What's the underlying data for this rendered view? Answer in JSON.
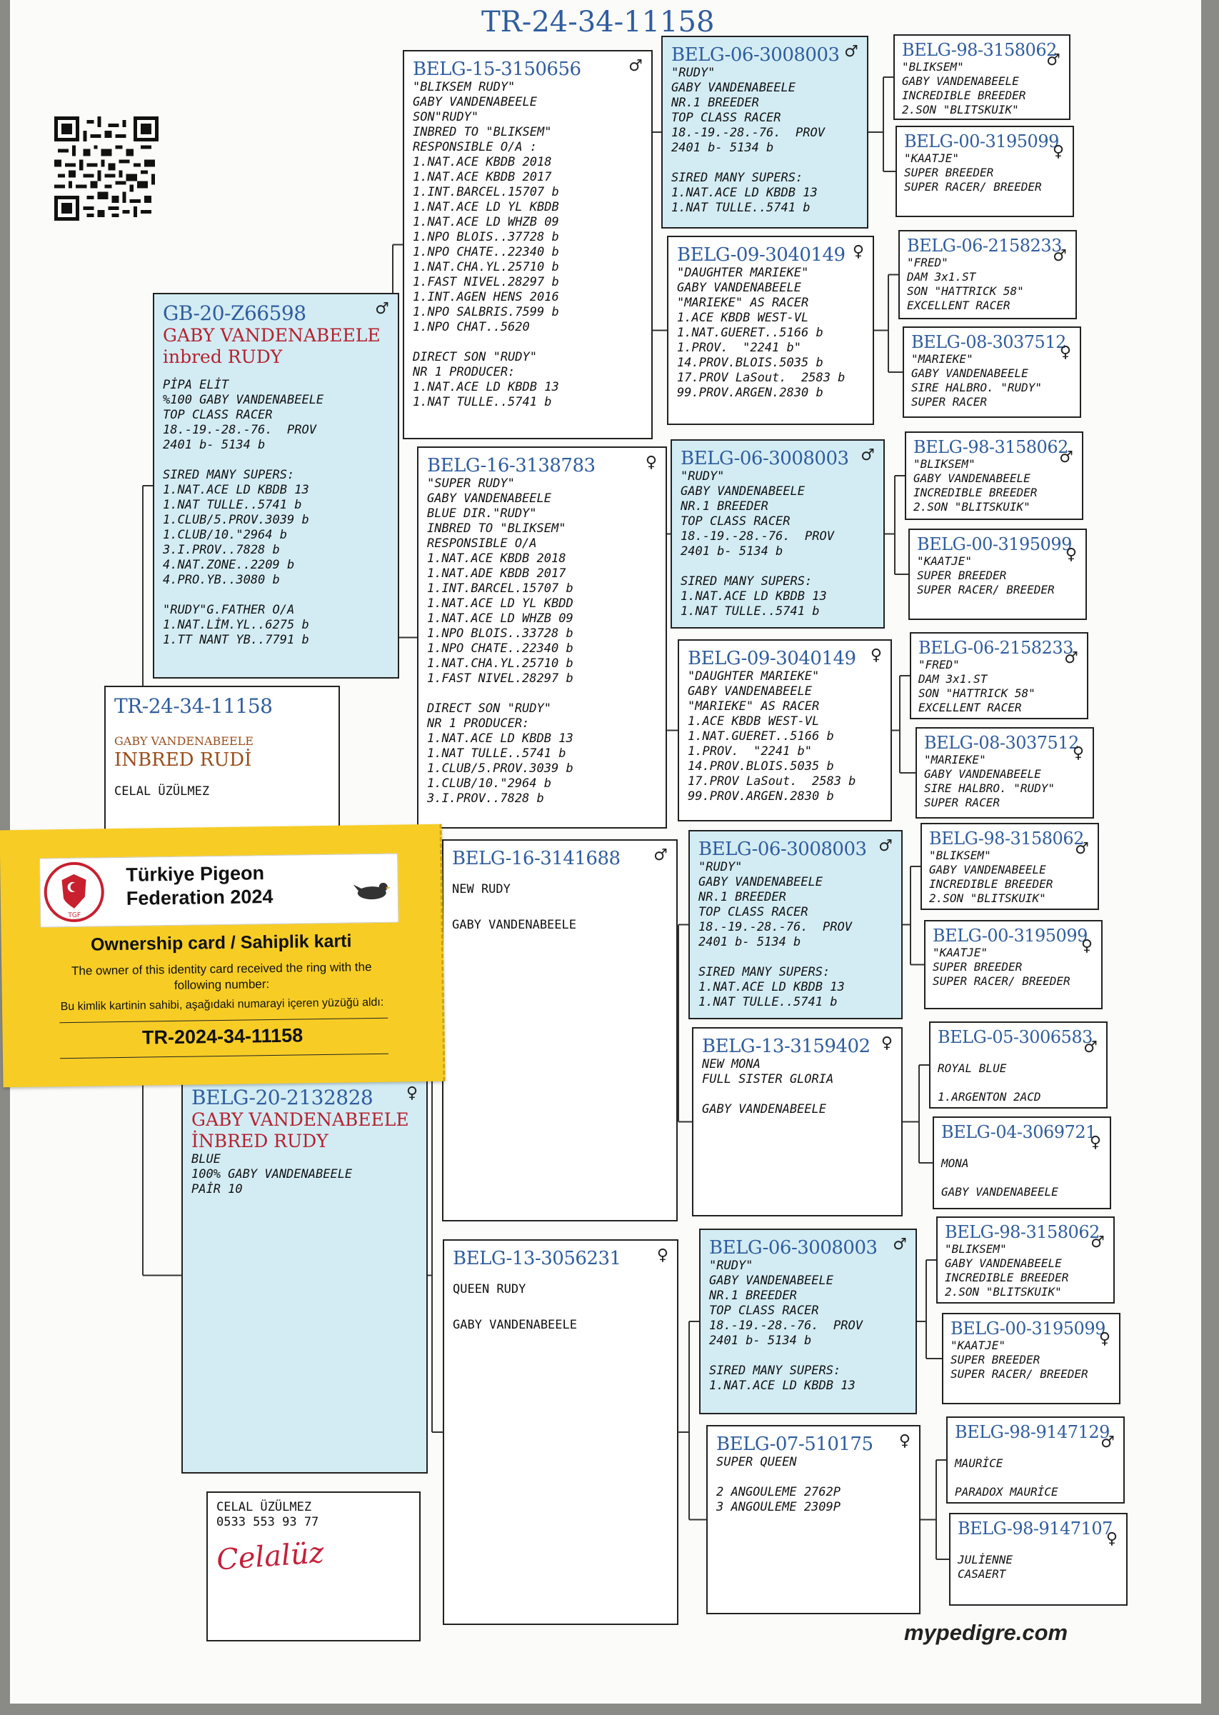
{
  "header": {
    "ring": "TR-24-34-11158"
  },
  "footer": {
    "site": "mypedigre.com"
  },
  "card": {
    "federation": "Türkiye Pigeon Federation 2024",
    "title": "Ownership card / Sahiplik karti",
    "line_en": "The owner of this identity card received the ring with the following number:",
    "line_tr": "Bu kimlik kartinin sahibi, aşağıdaki numarayi içeren yüzüğü aldı:",
    "ring": "TR-2024-34-11158",
    "logo_text": "TGF"
  },
  "subject": {
    "ring": "TR-24-34-11158",
    "breeder": "GABY VANDENABEELE",
    "name": "INBRED RUDİ",
    "owner": "CELAL ÜZÜLMEZ"
  },
  "owner_box": {
    "name": "CELAL ÜZÜLMEZ",
    "phone": "0533 553 93 77",
    "signature": "Celalüz"
  },
  "sire": {
    "ring": "GB-20-Z66598",
    "sex": "♂",
    "breeder": "GABY VANDENABEELE",
    "name": "inbred RUDY",
    "lines": [
      "PİPA ELİT",
      "%100 GABY VANDENABEELE",
      "TOP CLASS RACER",
      "18.-19.-28.-76.  PROV",
      "2401 b- 5134 b",
      "",
      "SIRED MANY SUPERS:",
      "1.NAT.ACE LD KBDB 13",
      "1.NAT TULLE..5741 b",
      "1.CLUB/5.PROV.3039 b",
      "1.CLUB/10.\"2964 b",
      "3.I.PROV..7828 b",
      "4.NAT.ZONE..2209 b",
      "4.PRO.YB..3080 b",
      "",
      "\"RUDY\"G.FATHER O/A",
      "1.NAT.LİM.YL..6275 b",
      "1.TT NANT YB..7791 b"
    ]
  },
  "dam": {
    "ring": "BELG-20-2132828",
    "sex": "♀",
    "breeder": "GABY VANDENABEELE",
    "name": "İNBRED RUDY",
    "lines": [
      "BLUE",
      "100% GABY VANDENABEELE",
      "PAİR 10"
    ]
  },
  "gen2": [
    {
      "ring": "BELG-15-3150656",
      "sex": "♂",
      "lines": [
        "\"BLIKSEM RUDY\"",
        "GABY VANDENABEELE",
        "SON\"RUDY\"",
        "INBRED TO \"BLIKSEM\"",
        "RESPONSIBLE O/A :",
        "1.NAT.ACE KBDB 2018",
        "1.NAT.ACE KBDB 2017",
        "1.INT.BARCEL.15707 b",
        "1.NAT.ACE LD YL KBDB",
        "1.NAT.ACE LD WHZB 09",
        "1.NPO BLOIS..37728 b",
        "1.NPO CHATE..22340 b",
        "1.NAT.CHA.YL.25710 b",
        "1.FAST NIVEL.28297 b",
        "1.INT.AGEN HENS 2016",
        "1.NPO SALBRIS.7599 b",
        "1.NPO CHAT..5620",
        "",
        "DIRECT SON \"RUDY\"",
        "NR 1 PRODUCER:",
        "1.NAT.ACE LD KBDB 13",
        "1.NAT TULLE..5741 b"
      ]
    },
    {
      "ring": "BELG-16-3138783",
      "sex": "♀",
      "lines": [
        "\"SUPER RUDY\"",
        "GABY VANDENABEELE",
        "BLUE DIR.\"RUDY\"",
        "INBRED TO \"BLIKSEM\"",
        "RESPONSIBLE O/A",
        "1.NAT.ACE KBDB 2018",
        "1.NAT.ADE KBDB 2017",
        "1.INT.BARCEL.15707 b",
        "1.NAT.ACE LD YL KBDD",
        "1.NAT.ACE LD WHZB 09",
        "1.NPO BLOIS..33728 b",
        "1.NPO CHATE..22340 b",
        "1.NAT.CHA.YL.25710 b",
        "1.FAST NIVEL.28297 b",
        "",
        "DIRECT SON \"RUDY\"",
        "NR 1 PRODUCER:",
        "1.NAT.ACE LD KBDB 13",
        "1.NAT TULLE..5741 b",
        "1.CLUB/5.PROV.3039 b",
        "1.CLUB/10.\"2964 b",
        "3.I.PROV..7828 b"
      ]
    },
    {
      "ring": "BELG-16-3141688",
      "sex": "♂",
      "lines": [
        "NEW RUDY",
        "",
        "GABY VANDENABEELE"
      ]
    },
    {
      "ring": "BELG-13-3056231",
      "sex": "♀",
      "lines": [
        "QUEEN RUDY",
        "",
        "GABY VANDENABEELE"
      ]
    }
  ],
  "gen3": [
    {
      "ring": "BELG-06-3008003",
      "sex": "♂",
      "lines": [
        "\"RUDY\"",
        "GABY VANDENABEELE",
        "NR.1 BREEDER",
        "TOP CLASS RACER",
        "18.-19.-28.-76.  PROV",
        "2401 b- 5134 b",
        "",
        "SIRED MANY SUPERS:",
        "1.NAT.ACE LD KBDB 13",
        "1.NAT TULLE..5741 b"
      ]
    },
    {
      "ring": "BELG-09-3040149",
      "sex": "♀",
      "lines": [
        "\"DAUGHTER MARIEKE\"",
        "GABY VANDENABEELE",
        "\"MARIEKE\" AS RACER",
        "1.ACE KBDB WEST-VL",
        "1.NAT.GUERET..5166 b",
        "1.PROV.  \"2241 b\"",
        "14.PROV.BLOIS.5035 b",
        "17.PROV LaSout.  2583 b",
        "99.PROV.ARGEN.2830 b"
      ]
    },
    {
      "ring": "BELG-06-3008003",
      "sex": "♂",
      "lines": [
        "\"RUDY\"",
        "GABY VANDENABEELE",
        "NR.1 BREEDER",
        "TOP CLASS RACER",
        "18.-19.-28.-76.  PROV",
        "2401 b- 5134 b",
        "",
        "SIRED MANY SUPERS:",
        "1.NAT.ACE LD KBDB 13",
        "1.NAT TULLE..5741 b"
      ]
    },
    {
      "ring": "BELG-09-3040149",
      "sex": "♀",
      "lines": [
        "\"DAUGHTER MARIEKE\"",
        "GABY VANDENABEELE",
        "\"MARIEKE\" AS RACER",
        "1.ACE KBDB WEST-VL",
        "1.NAT.GUERET..5166 b",
        "1.PROV.  \"2241 b\"",
        "14.PROV.BLOIS.5035 b",
        "17.PROV LaSout.  2583 b",
        "99.PROV.ARGEN.2830 b"
      ]
    },
    {
      "ring": "BELG-06-3008003",
      "sex": "♂",
      "lines": [
        "\"RUDY\"",
        "GABY VANDENABEELE",
        "NR.1 BREEDER",
        "TOP CLASS RACER",
        "18.-19.-28.-76.  PROV",
        "2401 b- 5134 b",
        "",
        "SIRED MANY SUPERS:",
        "1.NAT.ACE LD KBDB 13",
        "1.NAT TULLE..5741 b"
      ]
    },
    {
      "ring": "BELG-13-3159402",
      "sex": "♀",
      "lines": [
        "NEW MONA",
        "FULL SISTER GLORIA",
        "",
        "GABY VANDENABEELE"
      ]
    },
    {
      "ring": "BELG-06-3008003",
      "sex": "♂",
      "lines": [
        "\"RUDY\"",
        "GABY VANDENABEELE",
        "NR.1 BREEDER",
        "TOP CLASS RACER",
        "18.-19.-28.-76.  PROV",
        "2401 b- 5134 b",
        "",
        "SIRED MANY SUPERS:",
        "1.NAT.ACE LD KBDB 13"
      ]
    },
    {
      "ring": "BELG-07-510175",
      "sex": "♀",
      "lines": [
        "SUPER QUEEN",
        "",
        "2 ANGOULEME 2762P",
        "3 ANGOULEME 2309P"
      ]
    }
  ],
  "gen4": [
    {
      "ring": "BELG-98-3158062",
      "sex": "♂",
      "lines": [
        "\"BLIKSEM\"",
        "GABY VANDENABEELE",
        "INCREDIBLE BREEDER",
        "2.SON \"BLITSKUIK\""
      ]
    },
    {
      "ring": "BELG-00-3195099",
      "sex": "♀",
      "lines": [
        "\"KAATJE\"",
        "SUPER BREEDER",
        "SUPER RACER/ BREEDER"
      ]
    },
    {
      "ring": "BELG-06-2158233",
      "sex": "♂",
      "lines": [
        "\"FRED\"",
        "DAM 3x1.ST",
        "SON \"HATTRICK 58\"",
        "EXCELLENT RACER"
      ]
    },
    {
      "ring": "BELG-08-3037512",
      "sex": "♀",
      "lines": [
        "\"MARIEKE\"",
        "GABY VANDENABEELE",
        "SIRE HALBRO. \"RUDY\"",
        "SUPER RACER"
      ]
    },
    {
      "ring": "BELG-98-3158062",
      "sex": "♂",
      "lines": [
        "\"BLIKSEM\"",
        "GABY VANDENABEELE",
        "INCREDIBLE BREEDER",
        "2.SON \"BLITSKUIK\""
      ]
    },
    {
      "ring": "BELG-00-3195099",
      "sex": "♀",
      "lines": [
        "\"KAATJE\"",
        "SUPER BREEDER",
        "SUPER RACER/ BREEDER"
      ]
    },
    {
      "ring": "BELG-06-2158233",
      "sex": "♂",
      "lines": [
        "\"FRED\"",
        "DAM 3x1.ST",
        "SON \"HATTRICK 58\"",
        "EXCELLENT RACER"
      ]
    },
    {
      "ring": "BELG-08-3037512",
      "sex": "♀",
      "lines": [
        "\"MARIEKE\"",
        "GABY VANDENABEELE",
        "SIRE HALBRO. \"RUDY\"",
        "SUPER RACER"
      ]
    },
    {
      "ring": "BELG-98-3158062",
      "sex": "♂",
      "lines": [
        "\"BLIKSEM\"",
        "GABY VANDENABEELE",
        "INCREDIBLE BREEDER",
        "2.SON \"BLITSKUIK\""
      ]
    },
    {
      "ring": "BELG-00-3195099",
      "sex": "♀",
      "lines": [
        "\"KAATJE\"",
        "SUPER BREEDER",
        "SUPER RACER/ BREEDER"
      ]
    },
    {
      "ring": "BELG-05-3006583",
      "sex": "♂",
      "lines": [
        "",
        "ROYAL BLUE",
        "",
        "1.ARGENTON 2ACD"
      ]
    },
    {
      "ring": "BELG-04-3069721",
      "sex": "♀",
      "lines": [
        "",
        "MONA",
        "",
        "GABY VANDENABEELE"
      ]
    },
    {
      "ring": "BELG-98-3158062",
      "sex": "♂",
      "lines": [
        "\"BLIKSEM\"",
        "GABY VANDENABEELE",
        "INCREDIBLE BREEDER",
        "2.SON \"BLITSKUIK\""
      ]
    },
    {
      "ring": "BELG-00-3195099",
      "sex": "♀",
      "lines": [
        "\"KAATJE\"",
        "SUPER BREEDER",
        "SUPER RACER/ BREEDER"
      ]
    },
    {
      "ring": "BELG-98-9147129",
      "sex": "♂",
      "lines": [
        "",
        "MAURİCE",
        "",
        "PARADOX MAURİCE"
      ]
    },
    {
      "ring": "BELG-98-9147107",
      "sex": "♀",
      "lines": [
        "",
        "JULİENNE",
        "CASAERT"
      ]
    }
  ]
}
